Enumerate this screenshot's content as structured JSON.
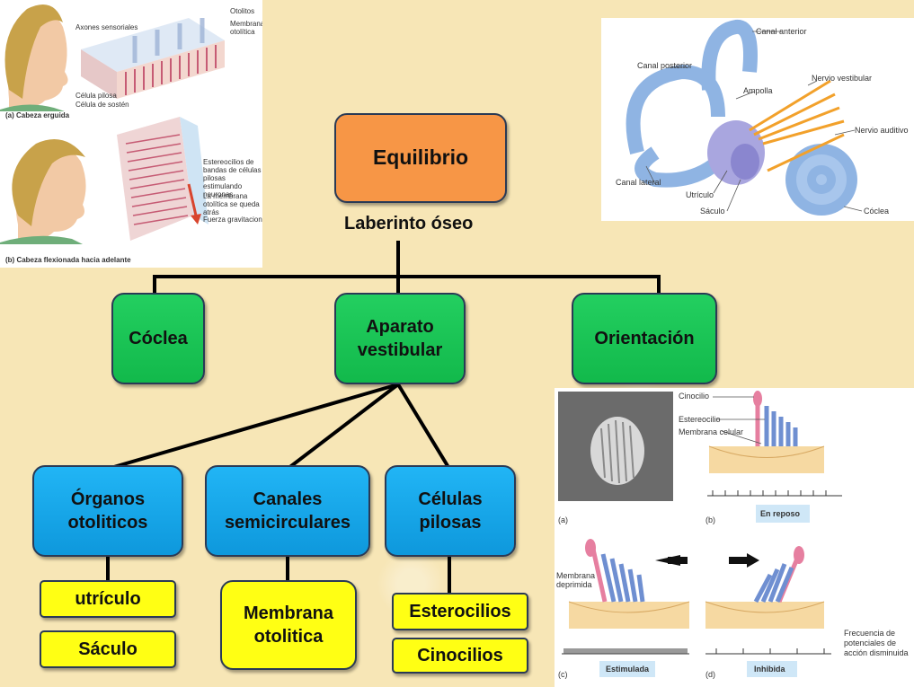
{
  "diagram": {
    "root": "Equilibrio",
    "subtitle": "Laberinto óseo",
    "level1": [
      "Cóclea",
      "Aparato\nvestibular",
      "Orientación"
    ],
    "level2": [
      "Órganos\notoliticos",
      "Canales\nsemicirculares",
      "Células\npilosas"
    ],
    "level3": {
      "organos": [
        "utrículo",
        "Sáculo"
      ],
      "canales": [
        "Membrana\notolitica"
      ],
      "celulas": [
        "Esterocilios",
        "Cinocilios"
      ]
    }
  },
  "figure_head": {
    "labels": {
      "axones": "Axones sensoriales",
      "otolitos": "Otolitos",
      "membrana": "Membrana otolítica",
      "celula_pilosa": "Célula pilosa",
      "celula_sosten": "Célula de sostén",
      "caption_a": "(a)  Cabeza erguida",
      "estereocilios": "Estereocilios de bandas de células pilosas estimulando neuronas",
      "membrana_atras": "La membrana otolítica se queda atrás",
      "fuerza": "Fuerza gravitacional",
      "caption_b": "(b)  Cabeza flexionada hacia adelante"
    }
  },
  "figure_ear": {
    "labels": {
      "canal_anterior": "Canal anterior",
      "canal_posterior": "Canal posterior",
      "ampolla": "Ampolla",
      "nervio_vestibular": "Nervio vestibular",
      "nervio_auditivo": "Nervio auditivo",
      "canal_lateral": "Canal lateral",
      "utriculo": "Utrículo",
      "saculo": "Sáculo",
      "coclea": "Cóclea"
    }
  },
  "figure_hair": {
    "labels": {
      "cinocilio": "Cinocilio",
      "estereocilio": "Estereocilio",
      "membrana_celular": "Membrana celular",
      "a": "(a)",
      "b": "(b)",
      "reposo": "En reposo",
      "membrana_deprimida": "Membrana deprimida",
      "c": "(c)",
      "estimulada": "Estimulada",
      "d": "(d)",
      "inhibida": "Inhibida",
      "frecuencia": "Frecuencia de potenciales de acción disminuida"
    }
  }
}
